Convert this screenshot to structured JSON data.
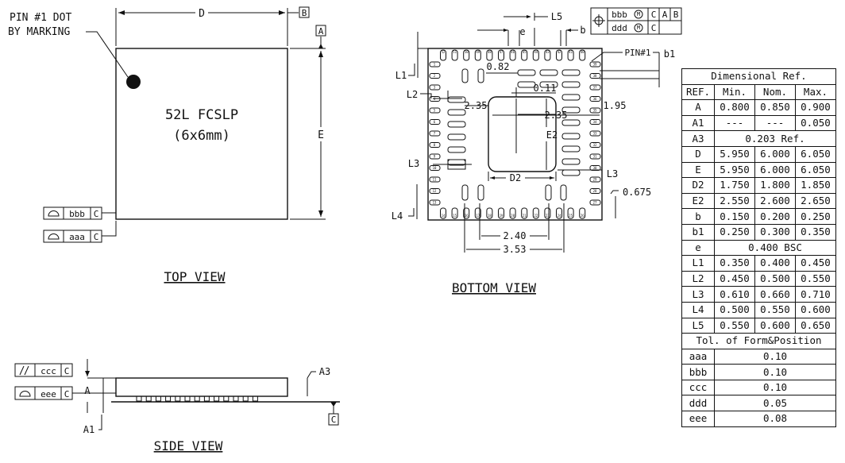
{
  "top_view": {
    "title": "TOP VIEW",
    "pin_note_line1": "PIN #1 DOT",
    "pin_note_line2": "BY MARKING",
    "package_name": "52L FCSLP",
    "package_size": "(6x6mm)",
    "dim_d": "D",
    "dim_e": "E",
    "datum_a": "A",
    "datum_b": "B",
    "tol_bbb": "bbb",
    "tol_aaa": "aaa",
    "datum_c": "C"
  },
  "bottom_view": {
    "title": "BOTTOM VIEW",
    "labels": {
      "l5": "L5",
      "e": "e",
      "b": "b",
      "b1": "b1",
      "pin1": "PIN#1",
      "l1": "L1",
      "l2": "L2",
      "l3": "L3",
      "l4": "L4",
      "d2": "D2",
      "e2": "E2",
      "v082": "0.82",
      "v011": "0.11",
      "v235a": "2.35",
      "v235b": "2.35",
      "v195": "1.95",
      "v0675": "0.675",
      "v240": "2.40",
      "v353": "3.53"
    },
    "fcf_row1": [
      "bbb",
      "M",
      "C",
      "A",
      "B"
    ],
    "fcf_row2": [
      "ddd",
      "M",
      "C"
    ],
    "pin_numbers_top": [
      "52",
      "51",
      "50",
      "49",
      "48",
      "47",
      "46",
      "45",
      "44",
      "43",
      "42",
      "41",
      "40"
    ],
    "pin_numbers_left": [
      "1",
      "2",
      "3",
      "4",
      "5",
      "6",
      "7",
      "8",
      "9",
      "10",
      "11",
      "12",
      "13"
    ],
    "pin_numbers_right": [
      "39",
      "38",
      "37",
      "36",
      "35",
      "34",
      "33",
      "32",
      "31",
      "30",
      "29",
      "28",
      "27"
    ],
    "pin_numbers_bottom": [
      "14",
      "15",
      "16",
      "17",
      "18",
      "19",
      "20",
      "21",
      "22",
      "23",
      "24",
      "25",
      "26"
    ]
  },
  "side_view": {
    "title": "SIDE VIEW",
    "tol_ccc": "ccc",
    "tol_eee": "eee",
    "datum_c": "C",
    "dim_a": "A",
    "dim_a1": "A1",
    "dim_a3": "A3"
  },
  "table": {
    "title": "Dimensional Ref.",
    "headers": [
      "REF.",
      "Min.",
      "Nom.",
      "Max."
    ],
    "rows": [
      [
        "A",
        "0.800",
        "0.850",
        "0.900"
      ],
      [
        "A1",
        "---",
        "---",
        "0.050"
      ],
      [
        "A3",
        "0.203 Ref."
      ],
      [
        "D",
        "5.950",
        "6.000",
        "6.050"
      ],
      [
        "E",
        "5.950",
        "6.000",
        "6.050"
      ],
      [
        "D2",
        "1.750",
        "1.800",
        "1.850"
      ],
      [
        "E2",
        "2.550",
        "2.600",
        "2.650"
      ],
      [
        "b",
        "0.150",
        "0.200",
        "0.250"
      ],
      [
        "b1",
        "0.250",
        "0.300",
        "0.350"
      ],
      [
        "e",
        "0.400 BSC"
      ],
      [
        "L1",
        "0.350",
        "0.400",
        "0.450"
      ],
      [
        "L2",
        "0.450",
        "0.500",
        "0.550"
      ],
      [
        "L3",
        "0.610",
        "0.660",
        "0.710"
      ],
      [
        "L4",
        "0.500",
        "0.550",
        "0.600"
      ],
      [
        "L5",
        "0.550",
        "0.600",
        "0.650"
      ]
    ],
    "tol_title": "Tol. of Form&Position",
    "tol_rows": [
      [
        "aaa",
        "0.10"
      ],
      [
        "bbb",
        "0.10"
      ],
      [
        "ccc",
        "0.10"
      ],
      [
        "ddd",
        "0.05"
      ],
      [
        "eee",
        "0.08"
      ]
    ]
  }
}
